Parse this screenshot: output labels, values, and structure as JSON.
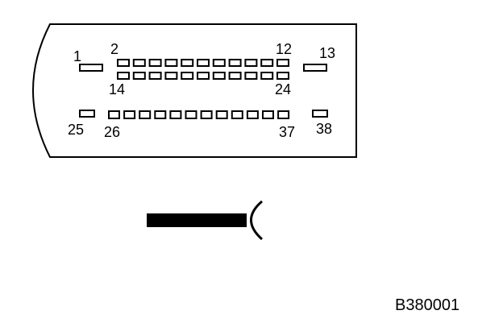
{
  "colors": {
    "line": "#000000",
    "background": "#ffffff"
  },
  "pins": {
    "row1_first": "1",
    "row1_start": "2",
    "row1_end": "12",
    "row1_last": "13",
    "row2_start": "14",
    "row2_end": "24",
    "row3_first": "25",
    "row3_start": "26",
    "row3_end": "37",
    "row3_last": "38"
  },
  "counts": {
    "row1": 11,
    "row2": 11,
    "row3": 12
  },
  "reference_code": "B380001"
}
